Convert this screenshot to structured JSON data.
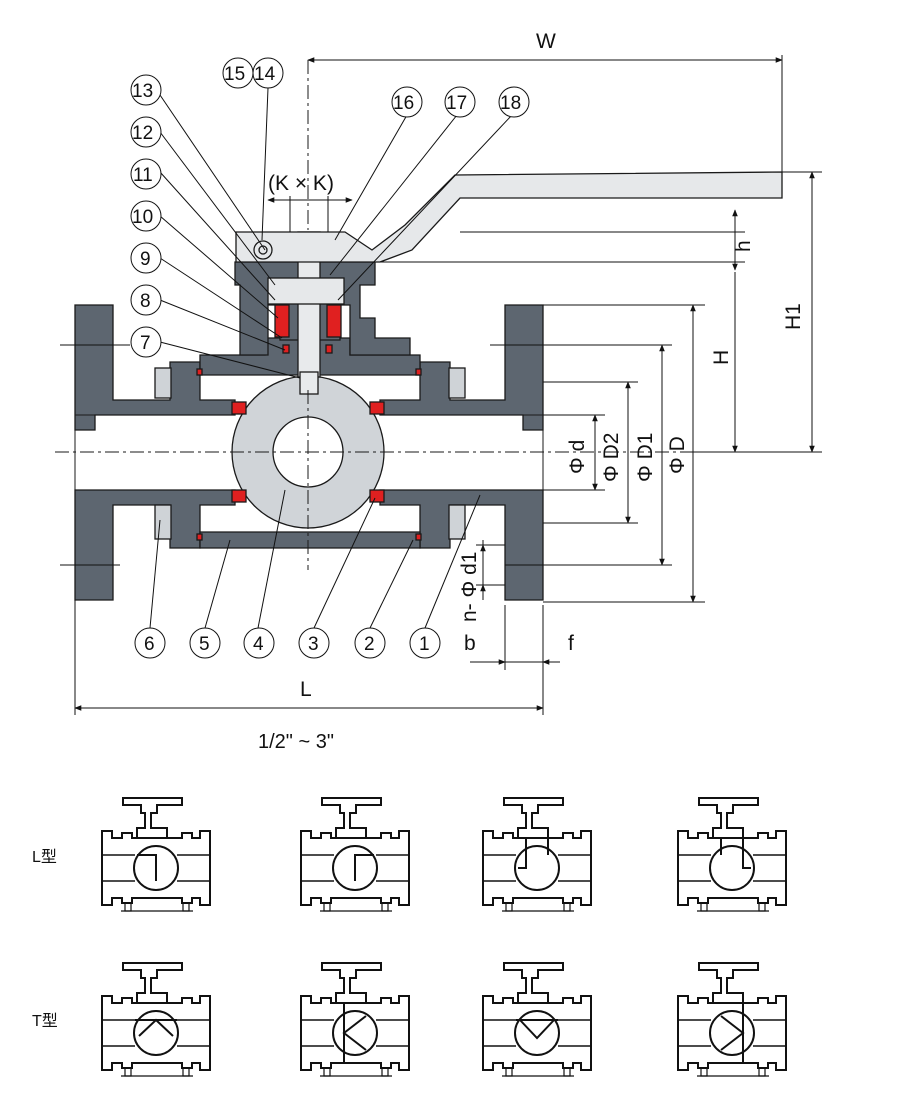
{
  "part_numbers": [
    "1",
    "2",
    "3",
    "4",
    "5",
    "6",
    "7",
    "8",
    "9",
    "10",
    "11",
    "12",
    "13",
    "14",
    "15",
    "16",
    "17",
    "18"
  ],
  "dimension_labels": {
    "W": "W",
    "kxk": "(K × K)",
    "h": "h",
    "H": "H",
    "H1": "H1",
    "phi_d": "Φ d",
    "phi_D2": "Φ D2",
    "phi_D1": "Φ D1",
    "phi_D": "Φ D",
    "n_phi_d1": "n- Φ d1",
    "b": "b",
    "f": "f",
    "L": "L"
  },
  "size_range": "1/2\" ~ 3\"",
  "port_types": [
    {
      "label": "L型",
      "variants": 4
    },
    {
      "label": "T型",
      "variants": 4
    }
  ],
  "colors": {
    "body": "#5d6670",
    "ball": "#d0d4d8",
    "seat": "#e02020",
    "handle": "#e6e8ea",
    "line": "#1a1a1a"
  }
}
